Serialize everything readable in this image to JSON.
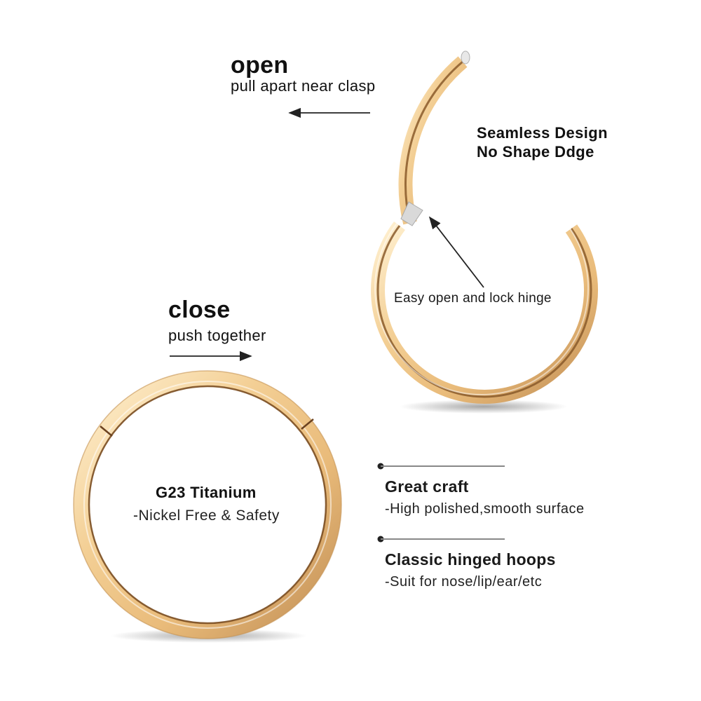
{
  "open": {
    "title": "open",
    "subtitle": "pull apart near clasp"
  },
  "close": {
    "title": "close",
    "subtitle": "push together"
  },
  "seamless": {
    "line1": "Seamless Design",
    "line2": "No Shape Ddge"
  },
  "hinge_note": "Easy open and lock hinge",
  "material": {
    "title": "G23 Titanium",
    "desc": "-Nickel Free & Safety"
  },
  "features": [
    {
      "title": "Great craft",
      "desc": "-High polished,smooth surface"
    },
    {
      "title": "Classic hinged hoops",
      "desc": "-Suit for nose/lip/ear/etc"
    }
  ],
  "colors": {
    "gold_light": "#fbe6bd",
    "gold_mid": "#efc890",
    "gold_dark": "#b7834c",
    "ink": "#111111"
  }
}
